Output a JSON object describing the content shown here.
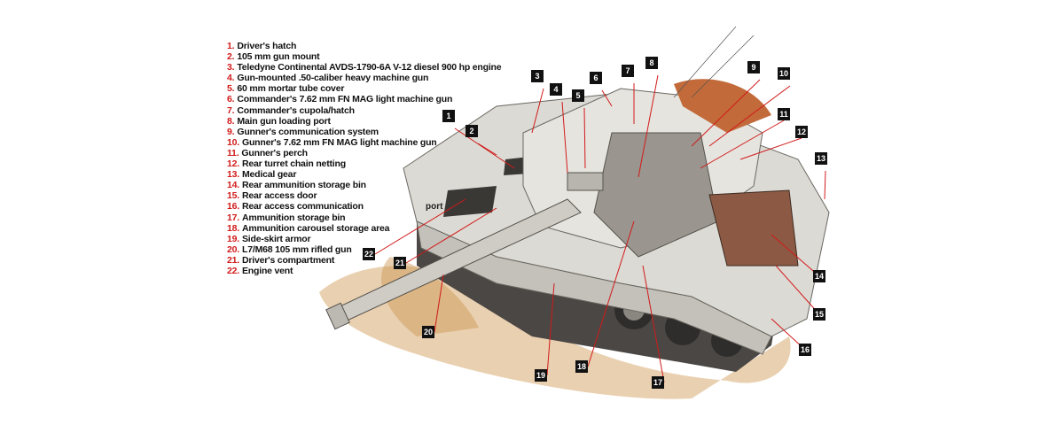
{
  "legend": [
    {
      "num": "1.",
      "label": "Driver's hatch"
    },
    {
      "num": "2.",
      "label": "105 mm gun mount"
    },
    {
      "num": "3.",
      "label": "Teledyne Continental AVDS-1790-6A V-12 diesel 900 hp engine"
    },
    {
      "num": "4.",
      "label": "Gun-mounted .50-caliber heavy machine gun"
    },
    {
      "num": "5.",
      "label": "60 mm mortar tube cover"
    },
    {
      "num": "6.",
      "label": "Commander's 7.62 mm FN MAG light machine gun"
    },
    {
      "num": "7.",
      "label": "Commander's cupola/hatch"
    },
    {
      "num": "8.",
      "label": "Main gun loading port"
    },
    {
      "num": "9.",
      "label": "Gunner's communication system"
    },
    {
      "num": "10.",
      "label": "Gunner's 7.62 mm FN MAG light machine gun"
    },
    {
      "num": "11.",
      "label": "Gunner's perch"
    },
    {
      "num": "12.",
      "label": "Rear turret chain netting"
    },
    {
      "num": "13.",
      "label": "Medical gear"
    },
    {
      "num": "14.",
      "label": "Rear ammunition storage bin"
    },
    {
      "num": "15.",
      "label": "Rear access door"
    },
    {
      "num": "16.",
      "label": "Rear access communication"
    },
    {
      "num": "17.",
      "label": "Ammunition storage bin"
    },
    {
      "num": "18.",
      "label": "Ammunition carousel storage area"
    },
    {
      "num": "19.",
      "label": "Side-skirt armor"
    },
    {
      "num": "20.",
      "label": "L7/M68 105 mm rifled gun"
    },
    {
      "num": "21.",
      "label": "Driver's compartment"
    },
    {
      "num": "22.",
      "label": "Engine vent"
    }
  ],
  "callouts": [
    "1",
    "2",
    "3",
    "4",
    "5",
    "6",
    "7",
    "8",
    "9",
    "10",
    "11",
    "12",
    "13",
    "14",
    "15",
    "16",
    "17",
    "18",
    "19",
    "20",
    "21",
    "22"
  ],
  "stray_label": "port",
  "colors": {
    "accent": "#d11a1a",
    "callout_bg": "#111111",
    "hull": "#dcdad4",
    "dust": "#c9954f"
  }
}
